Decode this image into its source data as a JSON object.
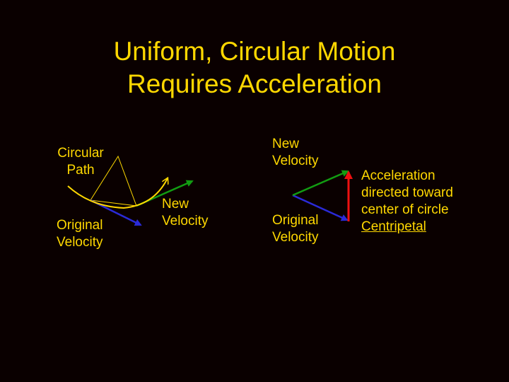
{
  "slide": {
    "title_line1": "Uniform, Circular Motion",
    "title_line2": "Requires Acceleration",
    "left": {
      "circular_path_line1": "Circular",
      "circular_path_line2": "Path",
      "new_velocity_line1": "New",
      "new_velocity_line2": "Velocity",
      "original_velocity_line1": "Original",
      "original_velocity_line2": "Velocity"
    },
    "right": {
      "new_velocity_line1": "New",
      "new_velocity_line2": "Velocity",
      "original_velocity_line1": "Original",
      "original_velocity_line2": "Velocity",
      "acceleration_line1": "Acceleration",
      "acceleration_line2": "directed toward",
      "acceleration_line3": "center of circle",
      "centripetal": "Centripetal"
    }
  },
  "colors": {
    "background": "#0a0000",
    "text": "#ffd800",
    "path_arc": "#ffd800",
    "new_velocity_arrow": "#129c12",
    "original_velocity_arrow": "#2a2ad8",
    "acceleration_arrow": "#ee1010"
  }
}
